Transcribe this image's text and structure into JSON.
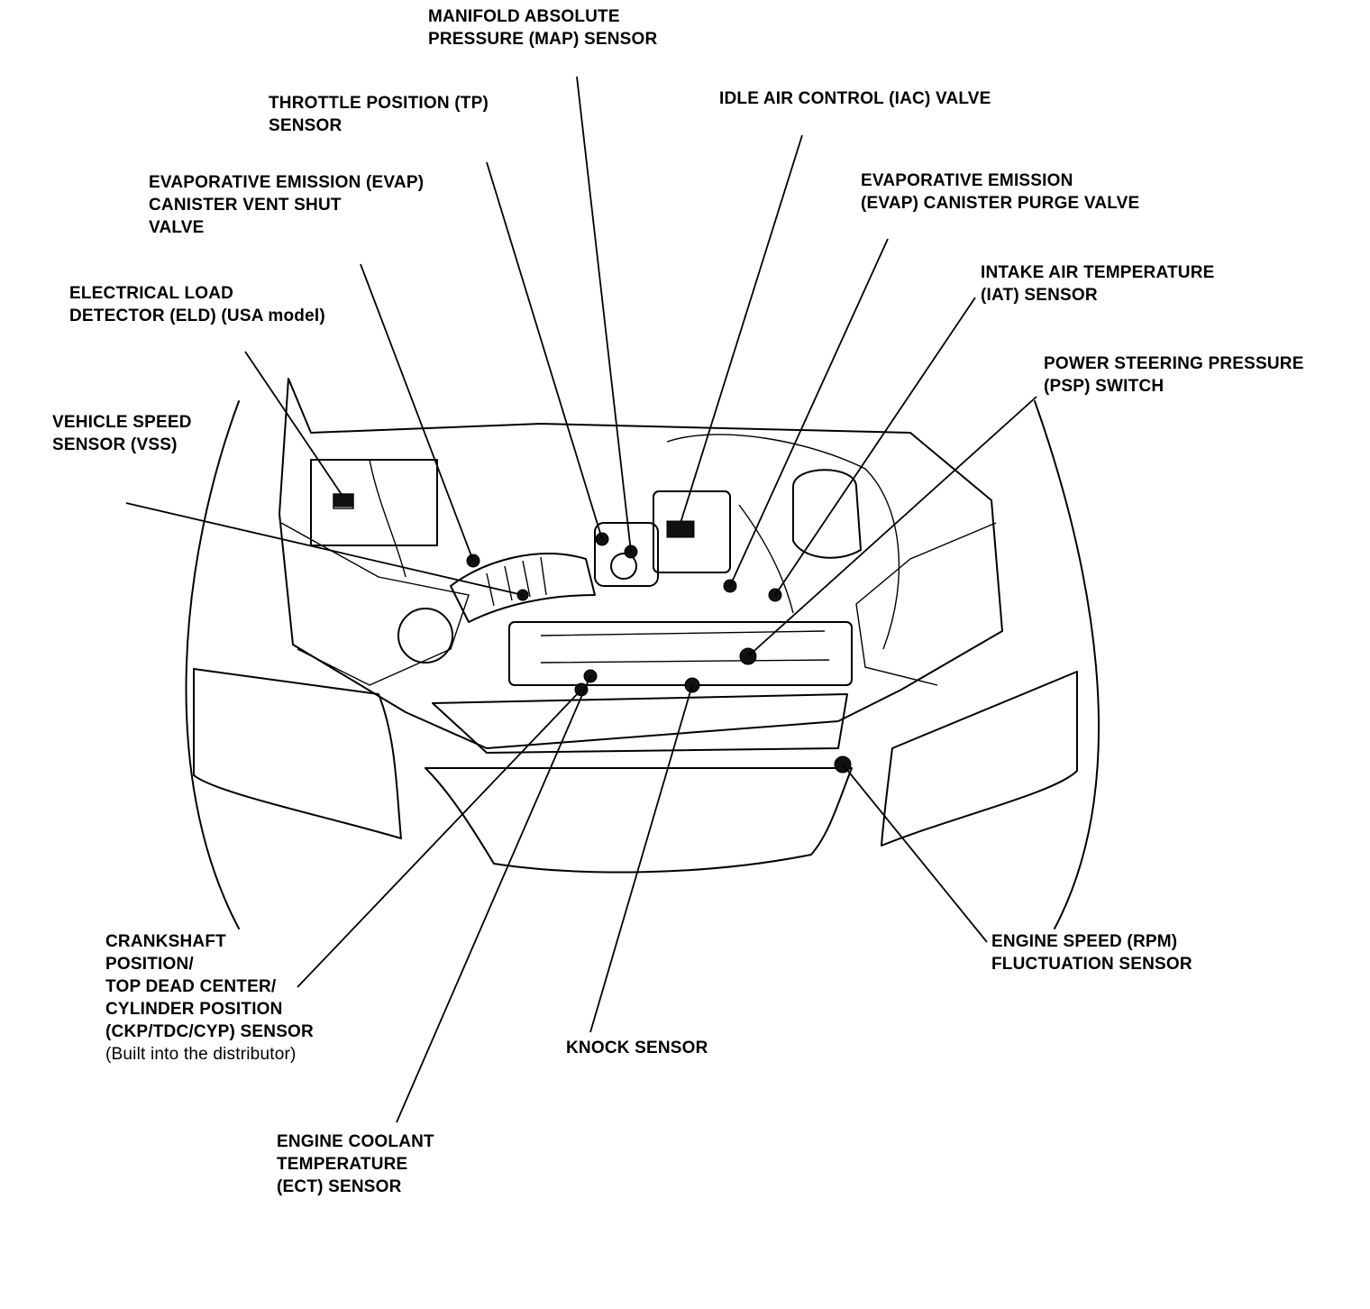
{
  "diagram": {
    "labels": {
      "map_sensor": [
        "MANIFOLD ABSOLUTE",
        "PRESSURE (MAP) SENSOR"
      ],
      "tp_sensor": [
        "THROTTLE POSITION (TP)",
        "SENSOR"
      ],
      "iac_valve": [
        "IDLE AIR CONTROL (IAC) VALVE"
      ],
      "evap_vent_valve": [
        "EVAPORATIVE EMISSION (EVAP)",
        "CANISTER VENT SHUT",
        "VALVE"
      ],
      "evap_purge_valve": [
        "EVAPORATIVE EMISSION",
        "(EVAP) CANISTER PURGE VALVE"
      ],
      "eld": [
        "ELECTRICAL LOAD",
        "DETECTOR (ELD) (USA model)"
      ],
      "iat_sensor": [
        "INTAKE AIR TEMPERATURE",
        "(IAT) SENSOR"
      ],
      "psp_switch": [
        "POWER STEERING PRESSURE",
        "(PSP) SWITCH"
      ],
      "vss": [
        "VEHICLE SPEED",
        "SENSOR (VSS)"
      ],
      "ckp_sensor": [
        "CRANKSHAFT",
        "POSITION/",
        "TOP DEAD CENTER/",
        "CYLINDER POSITION",
        "(CKP/TDC/CYP) SENSOR"
      ],
      "ckp_note": "(Built into the distributor)",
      "knock_sensor": [
        "KNOCK SENSOR"
      ],
      "rpm_sensor": [
        "ENGINE SPEED (RPM)",
        "FLUCTUATION SENSOR"
      ],
      "ect_sensor": [
        "ENGINE COOLANT",
        "TEMPERATURE",
        "(ECT) SENSOR"
      ]
    }
  }
}
